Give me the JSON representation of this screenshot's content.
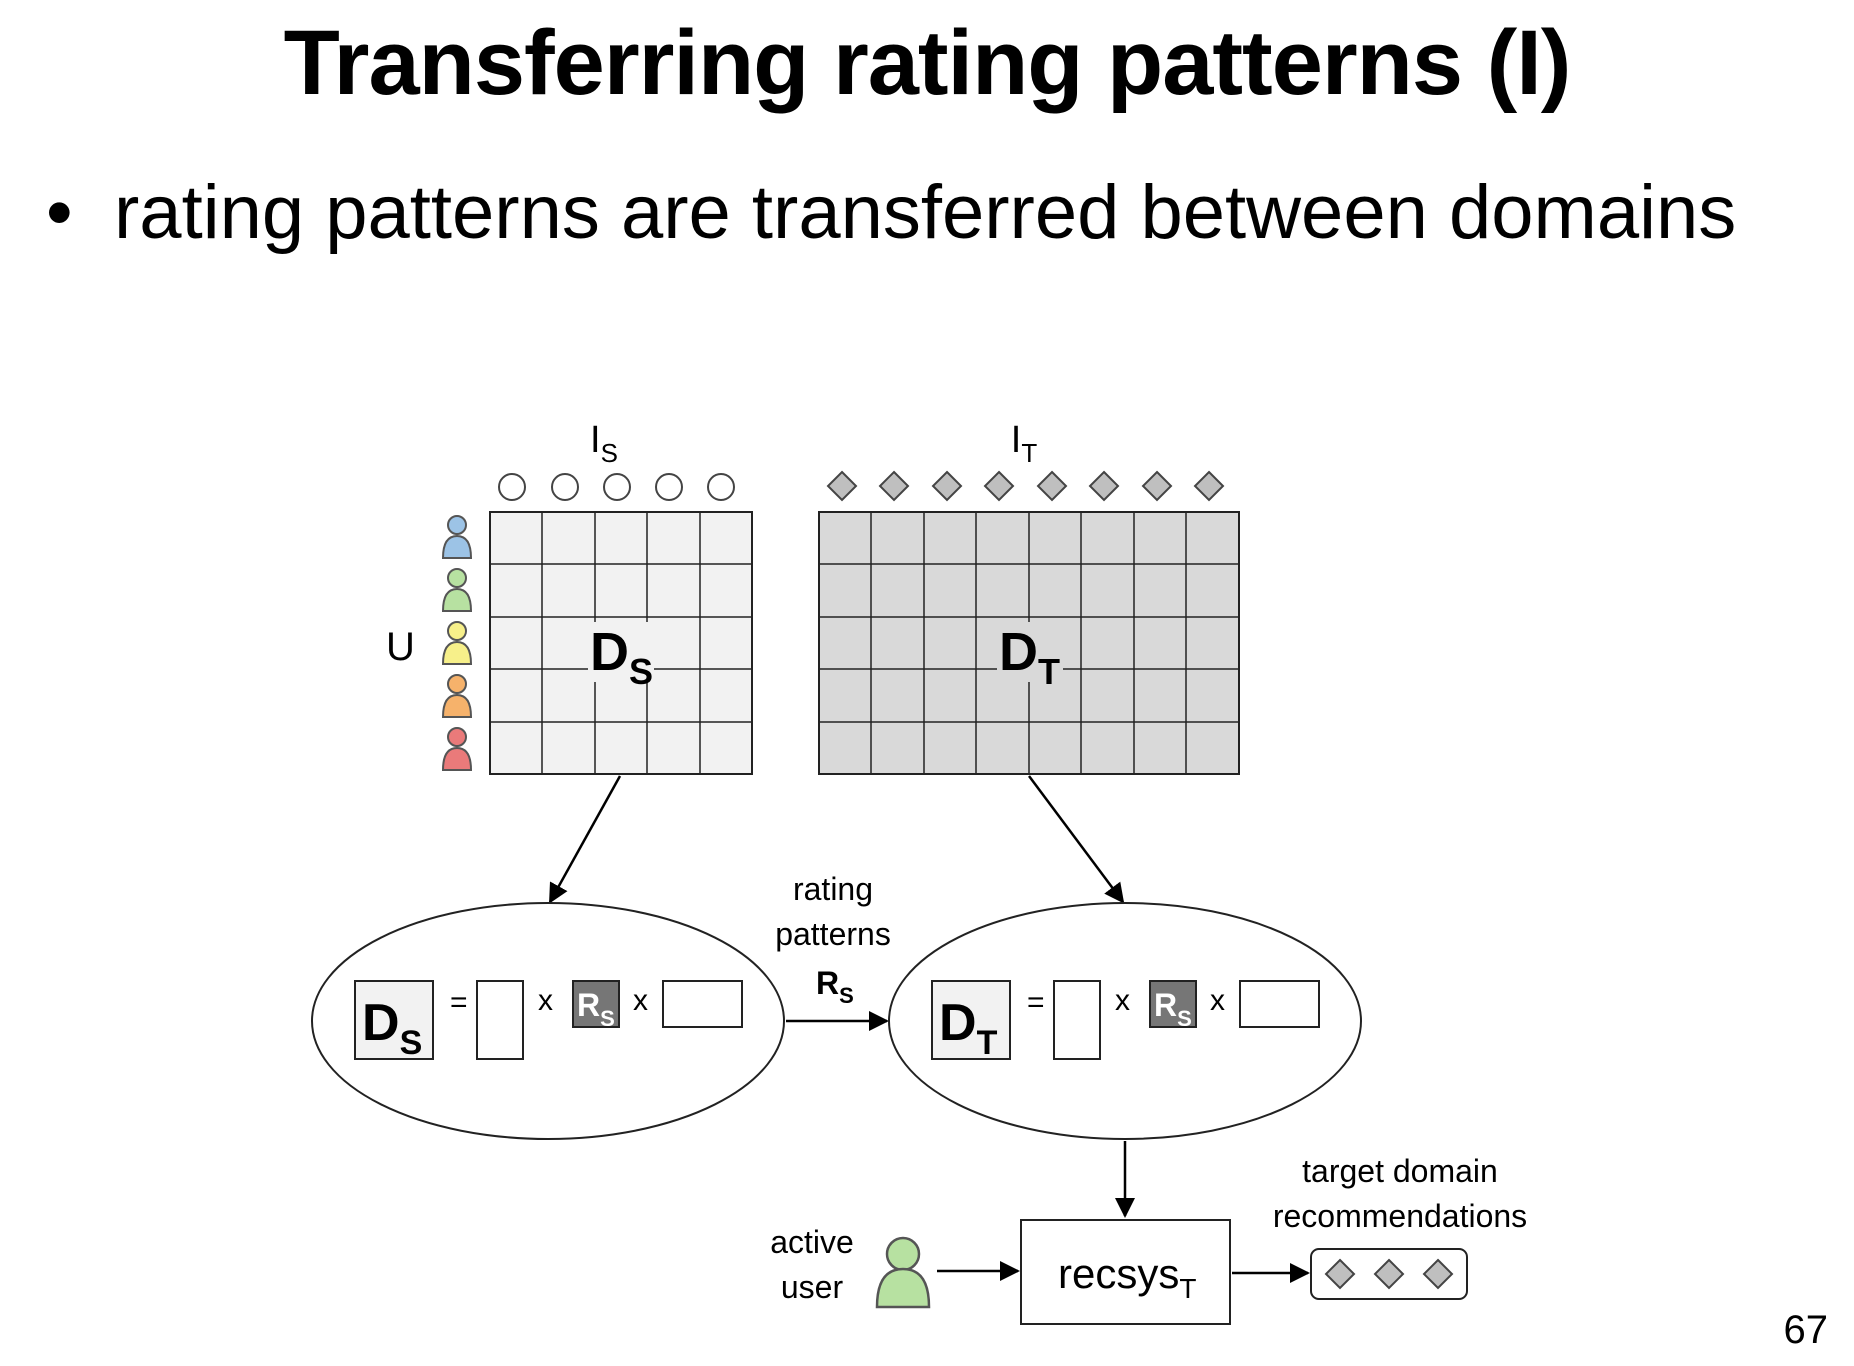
{
  "title": "Transferring rating patterns (I)",
  "bullet": "rating patterns are transferred between domains",
  "page_number": "67",
  "labels": {
    "items_source": "I",
    "items_source_sub": "S",
    "items_target": "I",
    "items_target_sub": "T",
    "users": "U",
    "matrix_source": "D",
    "matrix_source_sub": "S",
    "matrix_target": "D",
    "matrix_target_sub": "T",
    "equals": "=",
    "times": "x",
    "rating_patterns_line1": "rating",
    "rating_patterns_line2": "patterns",
    "rs": "R",
    "rs_sub": "S",
    "active_user_line1": "active",
    "active_user_line2": "user",
    "recsys": "recsys",
    "recsys_sub": "T",
    "target_rec_line1": "target domain",
    "target_rec_line2": "recommendations"
  },
  "colors": {
    "source_matrix_fill": "#f2f2f2",
    "target_matrix_fill": "#d9d9d9",
    "rs_fill": "#767676",
    "user_colors": [
      "#9cc3e6",
      "#b7e1a1",
      "#f7f08a",
      "#f6b26b",
      "#ea7a7a"
    ],
    "active_user_color": "#b7e1a1"
  },
  "icons": {
    "source_item": "circle-item-icon",
    "target_item": "diamond-item-icon",
    "user": "user-icon"
  }
}
